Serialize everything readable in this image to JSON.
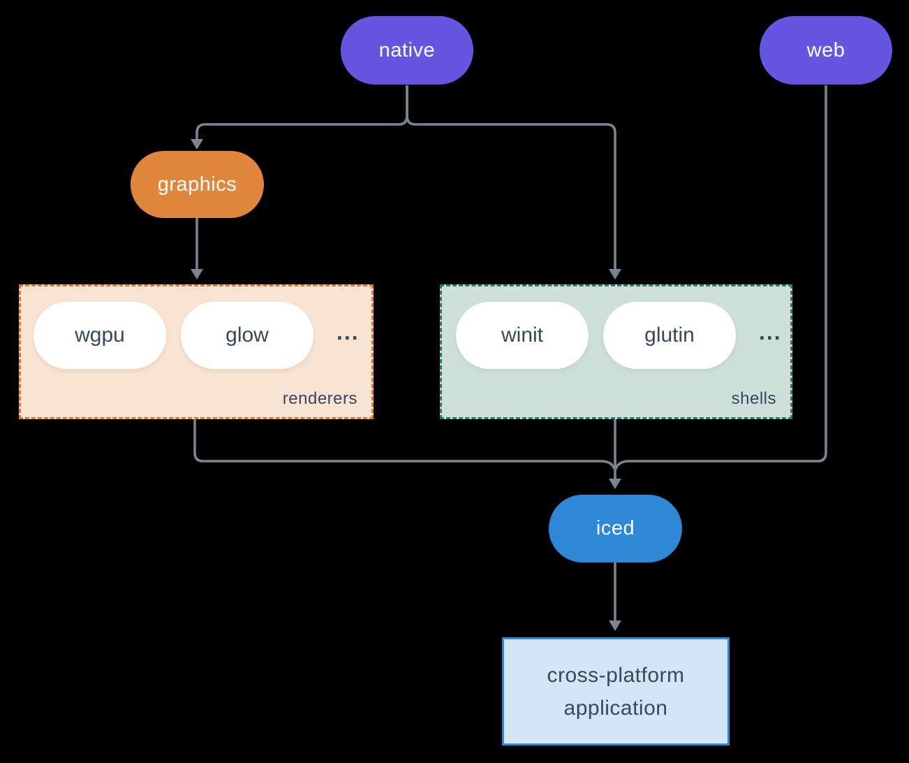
{
  "diagram": {
    "nodes": {
      "native": {
        "label": "native"
      },
      "web": {
        "label": "web"
      },
      "graphics": {
        "label": "graphics"
      },
      "iced": {
        "label": "iced"
      },
      "application": {
        "lines": [
          "cross-platform",
          "application"
        ]
      }
    },
    "groups": {
      "renderers": {
        "label": "renderers",
        "items": [
          "wgpu",
          "glow"
        ],
        "ellipsis": "..."
      },
      "shells": {
        "label": "shells",
        "items": [
          "winit",
          "glutin"
        ],
        "ellipsis": "..."
      }
    },
    "edges": [
      {
        "from": "native",
        "to": "graphics"
      },
      {
        "from": "native",
        "to": "shells"
      },
      {
        "from": "graphics",
        "to": "renderers"
      },
      {
        "from": "renderers",
        "to": "iced"
      },
      {
        "from": "shells",
        "to": "iced"
      },
      {
        "from": "web",
        "to": "iced"
      },
      {
        "from": "iced",
        "to": "application"
      }
    ],
    "colors": {
      "background": "#000000",
      "platform_node": "#6456E0",
      "graphics_node": "#E0863D",
      "iced_node": "#2E87D7",
      "renderers_group_bg": "#F9E3D2",
      "renderers_group_border": "#E2792C",
      "shells_group_bg": "#CFE0DA",
      "shells_group_border": "#2E7A6B",
      "application_bg": "#D4E4F7",
      "application_border": "#2E87D7",
      "connector": "#7A8591",
      "dark_text": "#36485A",
      "light_text": "#FFFFFF"
    }
  }
}
